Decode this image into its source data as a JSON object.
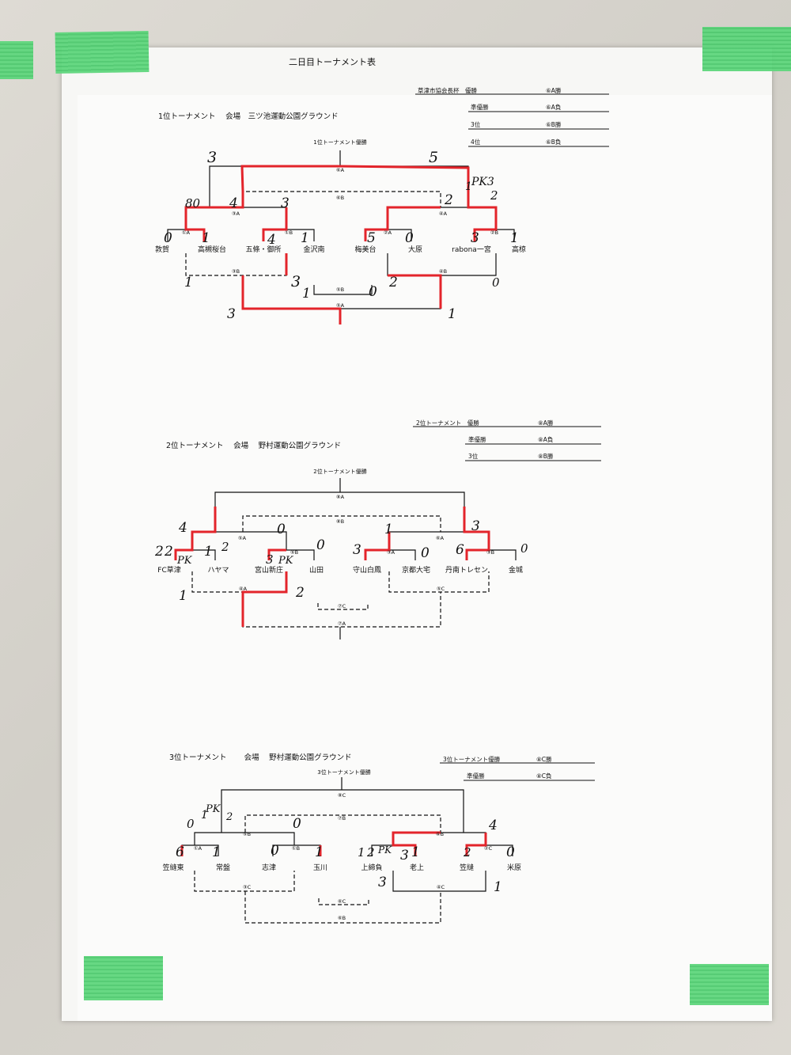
{
  "title": "二日目トーナメント表",
  "t1": {
    "header": "1位トーナメント　 会場　三ツ池運動公園グラウンド",
    "champ_label": "1位トーナメント優勝",
    "results": [
      {
        "label": "草津市協会長杯　優勝",
        "value": "⑥A勝"
      },
      {
        "label": "準優勝",
        "value": "⑥A負"
      },
      {
        "label": "3位",
        "value": "⑥B勝"
      },
      {
        "label": "4位",
        "value": "⑥B負"
      }
    ],
    "teams": [
      "敦賀",
      "高槻桜台",
      "五條・御所",
      "金沢南",
      "梅美台",
      "大原",
      "rabona一宮",
      "高椋"
    ],
    "matches": [
      "①A",
      "①B",
      "②A",
      "②B",
      "③A",
      "③B",
      "④A",
      "④B",
      "⑤A",
      "⑤B",
      "⑥A",
      "⑥B"
    ],
    "scores": [
      "0",
      "1",
      "4",
      "1",
      "5",
      "0",
      "3",
      "1",
      "80",
      "4",
      "3",
      "2",
      "1",
      "PK3",
      "2",
      "3",
      "5",
      "1",
      "3",
      "1",
      "0",
      "2",
      "0",
      "3",
      "1"
    ]
  },
  "t2": {
    "header": "2位トーナメント　 会場　 野村運動公園グラウンド",
    "champ_label": "2位トーナメント優勝",
    "results": [
      {
        "label": "2位トーナメント　優勝",
        "value": "⑧A勝"
      },
      {
        "label": "準優勝",
        "value": "⑧A負"
      },
      {
        "label": "3位",
        "value": "⑧B勝"
      }
    ],
    "teams": [
      "FC草津",
      "ハヤマ",
      "宮山新庄",
      "山田",
      "守山白鳳",
      "京都大宅",
      "丹南トレセン",
      "金城"
    ],
    "matches": [
      "⑤A",
      "⑤B",
      "⑥A",
      "③A",
      "③B",
      "④A",
      "⑤C",
      "⑦C",
      "⑦A",
      "⑧A",
      "⑧B"
    ],
    "scores": [
      "2",
      "2",
      "PK",
      "1",
      "2",
      "3",
      "PK",
      "0",
      "4",
      "0",
      "3",
      "0",
      "1",
      "6",
      "0",
      "3",
      "1",
      "2"
    ]
  },
  "t3": {
    "header": "3位トーナメント　　 会場　 野村運動公園グラウンド",
    "champ_label": "3位トーナメント優勝",
    "results": [
      {
        "label": "3位トーナメント優勝",
        "value": "⑧C勝"
      },
      {
        "label": "準優勝",
        "value": "⑧C負"
      }
    ],
    "teams": [
      "笠縫東",
      "常盤",
      "志津",
      "玉川",
      "上締負",
      "老上",
      "笠縫",
      "米原"
    ],
    "matches": [
      "①A",
      "①B",
      "②C",
      "⑤B",
      "④B",
      "⑦B",
      "⑧C",
      "③C",
      "④C",
      "⑥C",
      "⑥B"
    ],
    "scores": [
      "6",
      "1",
      "0",
      "1",
      "1",
      "2",
      "PK",
      "3",
      "1",
      "2",
      "0",
      "0",
      "1",
      "PK",
      "2",
      "0",
      "4",
      "3",
      "1"
    ]
  }
}
